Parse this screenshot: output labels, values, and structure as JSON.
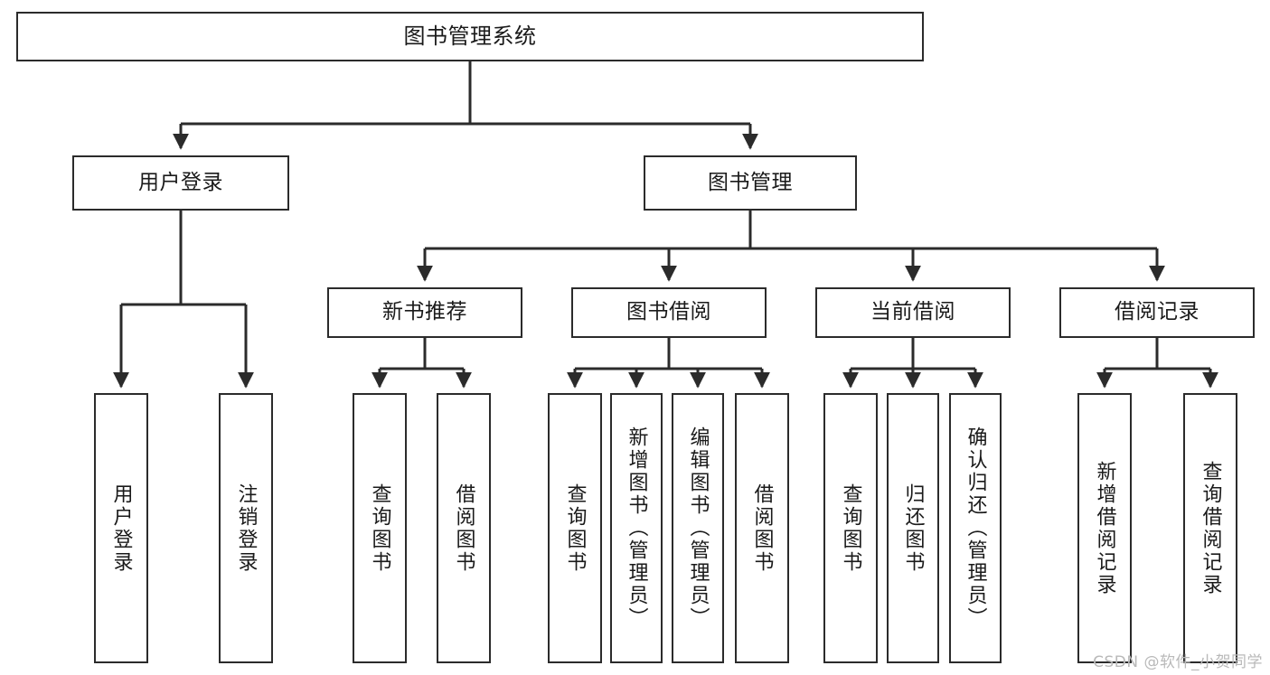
{
  "diagram": {
    "type": "tree-hierarchy-chart",
    "title": "图书管理系统",
    "line_color": "#2b2b2b",
    "box_fill": "#ffffff",
    "text_color": "#1a1a1a",
    "watermark": "CSDN @软件_小贺同学",
    "root": {
      "id": "root",
      "label": "图书管理系统"
    },
    "level2": [
      {
        "id": "user-login",
        "label": "用户登录"
      },
      {
        "id": "book-manage",
        "label": "图书管理"
      }
    ],
    "level3": [
      {
        "id": "new-book-recommend",
        "label": "新书推荐"
      },
      {
        "id": "book-borrow",
        "label": "图书借阅"
      },
      {
        "id": "current-borrow",
        "label": "当前借阅"
      },
      {
        "id": "borrow-record",
        "label": "借阅记录"
      }
    ],
    "leaves": {
      "user_login": [
        {
          "id": "leaf-user-login",
          "label": "用户登录"
        },
        {
          "id": "leaf-logout-login",
          "label": "注销登录"
        }
      ],
      "new_book_recommend": [
        {
          "id": "leaf-query-book-1",
          "label": "查询图书"
        },
        {
          "id": "leaf-borrow-book-1",
          "label": "借阅图书"
        }
      ],
      "book_borrow": [
        {
          "id": "leaf-query-book-2",
          "label": "查询图书"
        },
        {
          "id": "leaf-add-book",
          "label": "新增图书（管理员）"
        },
        {
          "id": "leaf-edit-book",
          "label": "编辑图书（管理员）"
        },
        {
          "id": "leaf-borrow-book-2",
          "label": "借阅图书"
        }
      ],
      "current_borrow": [
        {
          "id": "leaf-query-book-3",
          "label": "查询图书"
        },
        {
          "id": "leaf-return-book",
          "label": "归还图书"
        },
        {
          "id": "leaf-confirm-return",
          "label": "确认归还（管理员）"
        }
      ],
      "borrow_record": [
        {
          "id": "leaf-add-record",
          "label": "新增借阅记录"
        },
        {
          "id": "leaf-query-record",
          "label": "查询借阅记录"
        }
      ]
    }
  }
}
